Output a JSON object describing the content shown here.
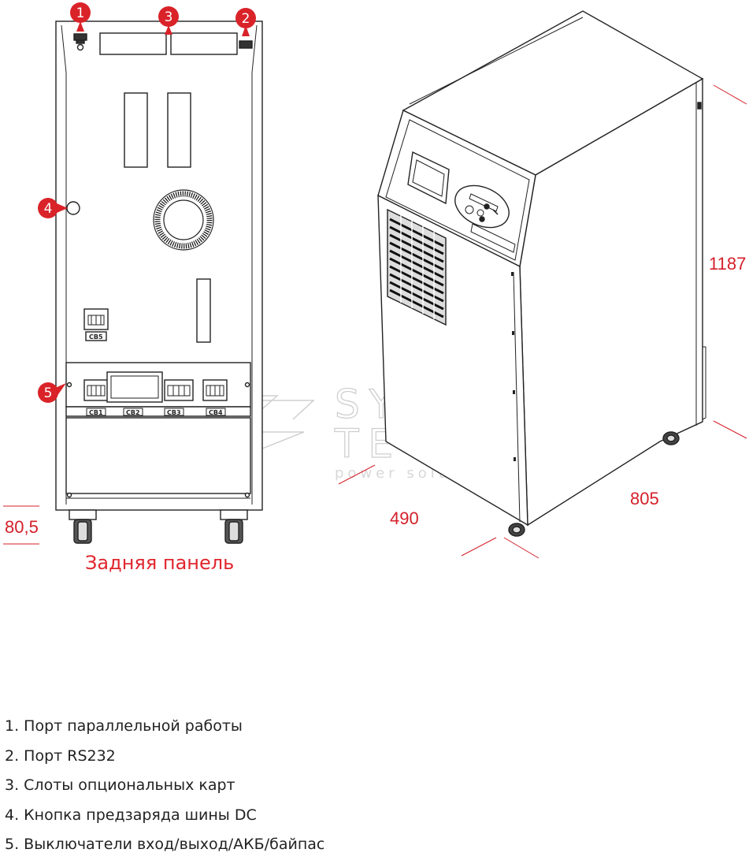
{
  "rear_panel": {
    "title": "Задняя панель",
    "callouts": [
      "1",
      "2",
      "3",
      "4",
      "5"
    ],
    "breakers": [
      "CB1",
      "CB2",
      "CB3",
      "CB4",
      "CB5"
    ]
  },
  "dimensions": {
    "height": "1187",
    "depth": "805",
    "width": "490",
    "base": "80,5"
  },
  "watermark": {
    "line1": "SYSTEM",
    "line2": "TECHNIK",
    "line3": "power solutions"
  },
  "legend": [
    "1.  Порт параллельной работы",
    "2. Порт RS232",
    "3. Слоты опциональных карт",
    "4. Кнопка предзаряда шины DC",
    "5. Выключатели вход/выход/АКБ/байпас"
  ],
  "colors": {
    "accent": "#e0262e",
    "line": "#222222"
  }
}
